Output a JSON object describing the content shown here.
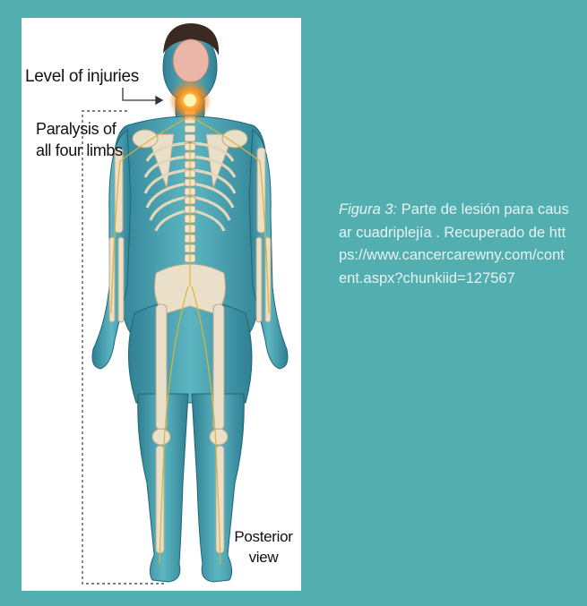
{
  "figure": {
    "labels": {
      "level": "Level of injuries",
      "paralysis_line1": "Paralysis of",
      "paralysis_line2": "all four limbs",
      "posterior_line1": "Posterior",
      "posterior_line2": "view"
    }
  },
  "caption": {
    "label": "Figura 3:",
    "text": " Parte de lesión para causar cuadriplejía . Recuperado de https://www.cancercarewny.com/content.aspx?chunkiid=127567"
  },
  "colors": {
    "background": "#53aeb0",
    "body": "#3e96a4",
    "injury": "#ff8a1e"
  }
}
